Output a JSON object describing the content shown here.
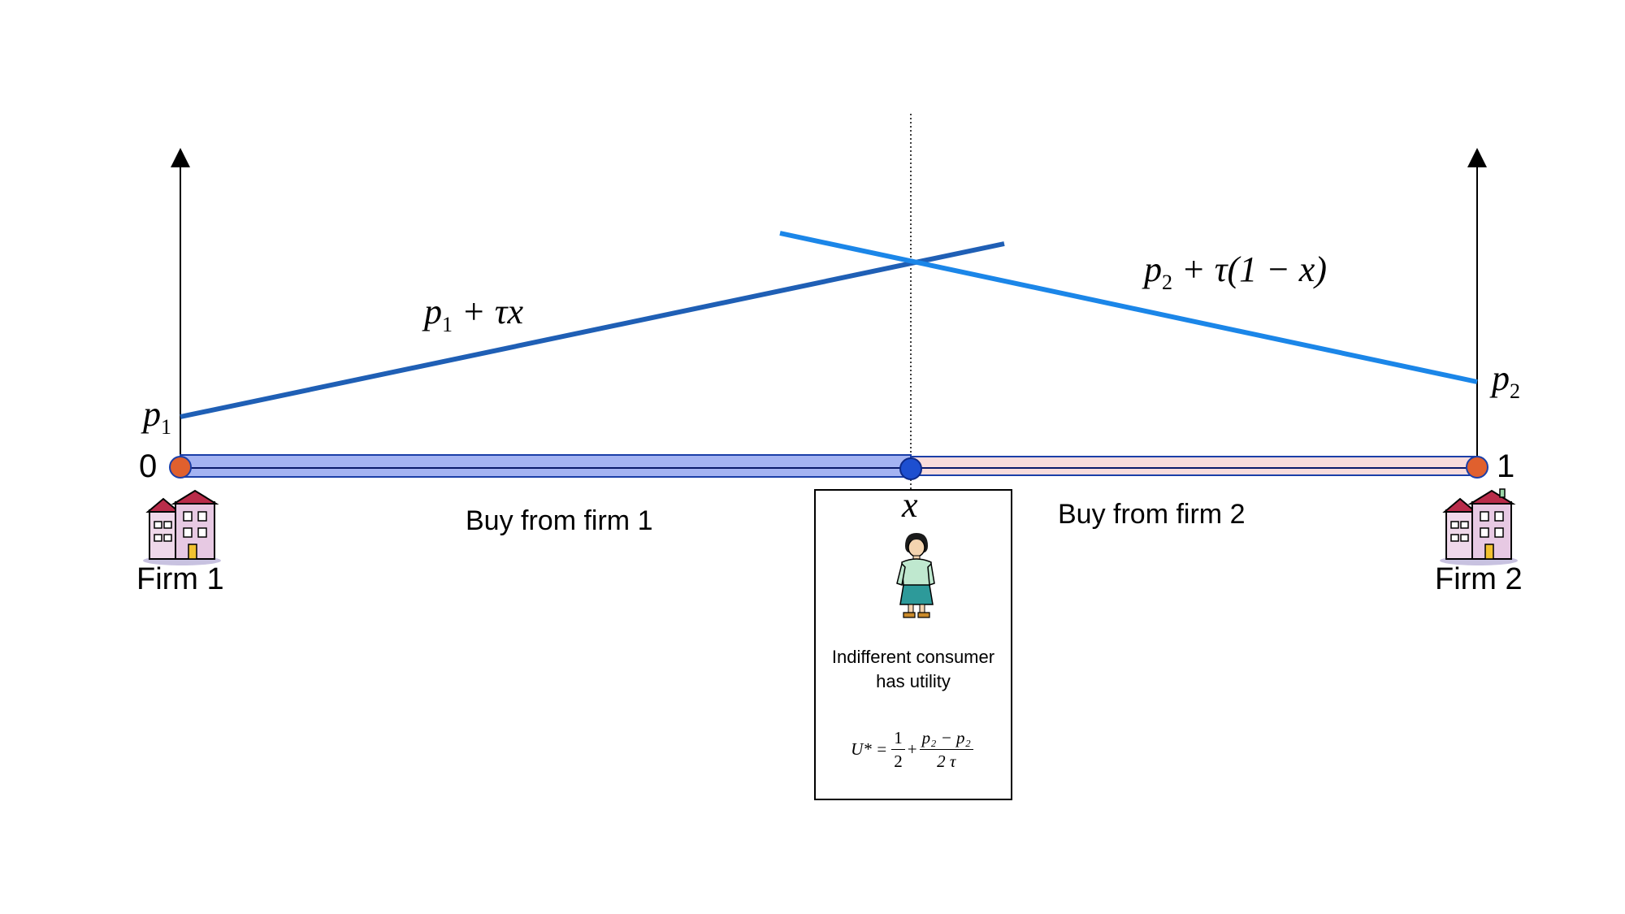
{
  "labels": {
    "origin": "0",
    "end": "1",
    "firm1": "Firm 1",
    "firm2": "Firm 2",
    "buy1": "Buy from firm 1",
    "buy2": "Buy from firm 2",
    "x": "x",
    "p1": "p",
    "p1_sub": "1",
    "p2": "p",
    "p2_sub": "2",
    "line1_p": "p",
    "line1_sub": "1",
    "line1_rest": " + τx",
    "line2_p": "p",
    "line2_sub": "2",
    "line2_rest": " + τ(1 − x)"
  },
  "box": {
    "text": "Indifferent consumer has utility",
    "formula_lhs": "U* =",
    "half_num": "1",
    "half_den": "2",
    "plus": "+",
    "frac_num": "p₂ − p₂",
    "frac_den": "2 τ"
  },
  "colors": {
    "line_firm1": "#1f5fb5",
    "line_firm2": "#1b86e8",
    "segment_left": "#a4b3f2",
    "segment_right": "#f8dcdc",
    "endpoint": "#e0602e",
    "indifferent_point": "#1d4fd0"
  }
}
